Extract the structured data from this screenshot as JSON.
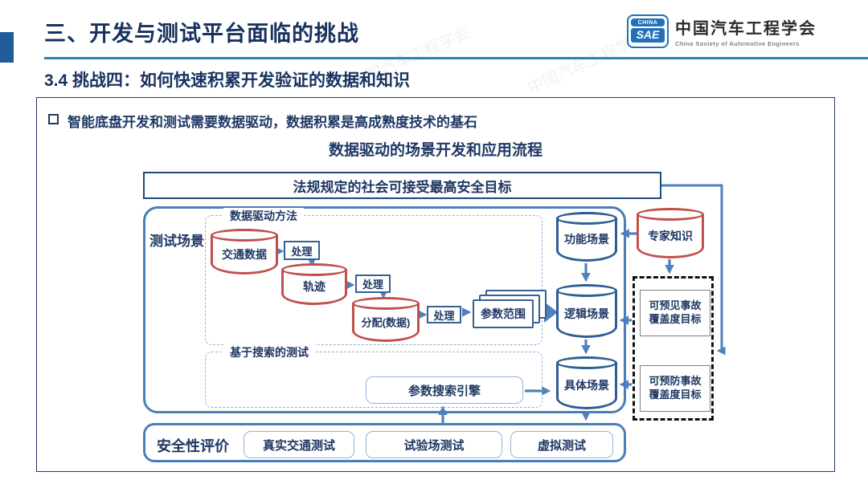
{
  "slide": {
    "title": "三、开发与测试平台面临的挑战",
    "subtitle": "3.4 挑战四：如何快速积累开发验证的数据和知识",
    "logo": {
      "badge_top": "CHINA",
      "badge_main": "SAE",
      "org_cn": "中国汽车工程学会",
      "org_en": "China Society of Automotive Engineers"
    },
    "watermark": "中国汽车工程学会"
  },
  "content": {
    "bullet_text": "智能底盘开发和测试需要数据驱动，数据积累是高成熟度技术的基石",
    "diagram_title": "数据驱动的场景开发和应用流程",
    "goal_box": "法规规定的社会可接受最高安全目标",
    "test_scenarios": {
      "label": "测试场景",
      "data_driven_method_label": "数据驱动方法",
      "search_based_label": "基于搜索的测试",
      "traffic_data": "交通数据",
      "process": "处理",
      "trajectory": "轨迹",
      "allocation": "分配(数据)",
      "param_range": "参数范围",
      "functional_scenario": "功能场景",
      "logical_scenario": "逻辑场景",
      "concrete_scenario": "具体场景",
      "param_search_engine": "参数搜索引擎"
    },
    "knowledge": {
      "expert_knowledge": "专家知识",
      "foreseeable_accident_goal": [
        "可预见事故",
        "覆盖度目标"
      ],
      "preventable_accident_goal": [
        "可预防事故",
        "覆盖度目标"
      ]
    },
    "safety_evaluation": {
      "label": "安全性评价",
      "items": [
        "真实交通测试",
        "试验场测试",
        "虚拟测试"
      ]
    }
  },
  "colors": {
    "navy_text": "#1F3864",
    "title_navy": "#17325F",
    "underline_blue": "#2E81B0",
    "accent_bar": "#1F5C99",
    "container_blue": "#4A7EBB",
    "arrow_blue": "#4F81BD",
    "red_cylinder": "#C0504D",
    "blue_cylinder": "#2E5E94",
    "process_border": "#376092",
    "dashed_light_blue": "#95B3D7",
    "goal_border": "#1F497D",
    "logo_blue": "#2272B9"
  }
}
